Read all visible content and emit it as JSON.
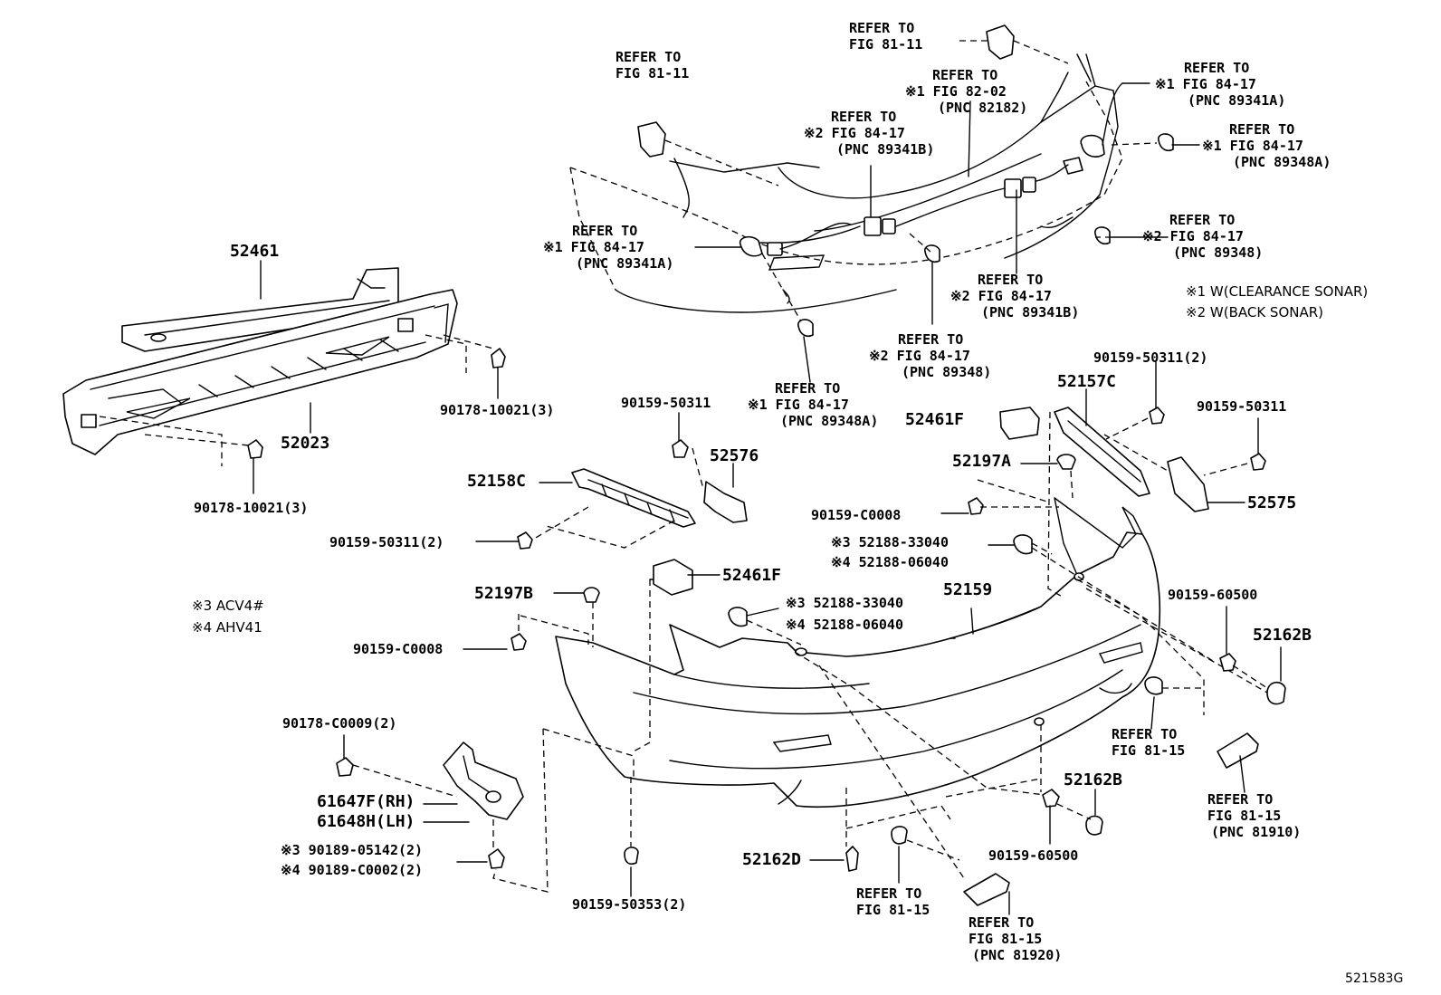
{
  "labels": {
    "ref_81_11_top": {
      "line1": "REFER TO",
      "line2": "FIG 81-11"
    },
    "ref_81_11_left": {
      "line1": "REFER TO",
      "line2": "FIG 81-11"
    },
    "ref_82_02": {
      "line1": "REFER TO",
      "line2": "※1 FIG 82-02",
      "line3": "(PNC 82182)"
    },
    "ref_84_17_b_top": {
      "line1": "REFER TO",
      "line2": "※2 FIG 84-17",
      "line3": "(PNC 89341B)"
    },
    "ref_84_17_a_right": {
      "line1": "REFER TO",
      "line2": "※1 FIG 84-17",
      "line3": "(PNC 89341A)"
    },
    "ref_84_17_348a_right": {
      "line1": "REFER TO",
      "line2": "※1 FIG 84-17",
      "line3": "(PNC 89348A)"
    },
    "ref_84_17_348_right": {
      "line1": "REFER TO",
      "line2": "※2 FIG 84-17",
      "line3": "(PNC 89348)"
    },
    "ref_84_17_a_left": {
      "line1": "REFER TO",
      "line2": "※1 FIG 84-17",
      "line3": "(PNC 89341A)"
    },
    "ref_84_17_b_mid": {
      "line1": "REFER TO",
      "line2": "※2 FIG 84-17",
      "line3": "(PNC 89341B)"
    },
    "ref_84_17_348_mid": {
      "line1": "REFER TO",
      "line2": "※2 FIG 84-17",
      "line3": "(PNC 89348)"
    },
    "ref_84_17_348a_mid": {
      "line1": "REFER TO",
      "line2": "※1 FIG 84-17",
      "line3": "(PNC 89348A)"
    },
    "ref_81_15_right": {
      "line1": "REFER TO",
      "line2": "FIG 81-15"
    },
    "ref_81_15_910": {
      "line1": "REFER TO",
      "line2": "FIG 81-15",
      "line3": "(PNC 81910)"
    },
    "ref_81_15_bottom": {
      "line1": "REFER TO",
      "line2": "FIG 81-15"
    },
    "ref_81_15_920": {
      "line1": "REFER TO",
      "line2": "FIG 81-15",
      "line3": "(PNC 81920)"
    }
  },
  "parts": {
    "p52461": "52461",
    "p52023": "52023",
    "p90178_top": "90178-10021(3)",
    "p90178_bottom": "90178-10021(3)",
    "p90159_50311_top": "90159-50311",
    "p52576": "52576",
    "p52158c": "52158C",
    "p90159_50311_2_left": "90159-50311(2)",
    "p52461f_right": "52461F",
    "p52461f_left": "52461F",
    "p90159_50311_2_right": "90159-50311(2)",
    "p52157c": "52157C",
    "p90159_50311_right": "90159-50311",
    "p52575": "52575",
    "p52197a": "52197A",
    "p52197b": "52197B",
    "p90159_c0008_mid": "90159-C0008",
    "p90159_c0008_left": "90159-C0008",
    "p52188_33040_a": "※3 52188-33040",
    "p52188_06040_a": "※4 52188-06040",
    "p52188_33040_b": "※3 52188-33040",
    "p52188_06040_b": "※4 52188-06040",
    "p52159": "52159",
    "p90159_60500_right": "90159-60500",
    "p52162b_right": "52162B",
    "p90178_c0009": "90178-C0009(2)",
    "p61647f": "61647F(RH)",
    "p61648h": "61648H(LH)",
    "p90189_05142": "※3 90189-05142(2)",
    "p90189_c0002": "※4 90189-C0002(2)",
    "p90159_50353": "90159-50353(2)",
    "p52162d": "52162D",
    "p52162b_bottom": "52162B",
    "p90159_60500_bottom": "90159-60500"
  },
  "notes": {
    "n1": "※1 W(CLEARANCE SONAR)",
    "n2": "※2 W(BACK SONAR)",
    "n3": "※3 ACV4#",
    "n4": "※4 AHV41"
  },
  "figure_code": "521583G"
}
